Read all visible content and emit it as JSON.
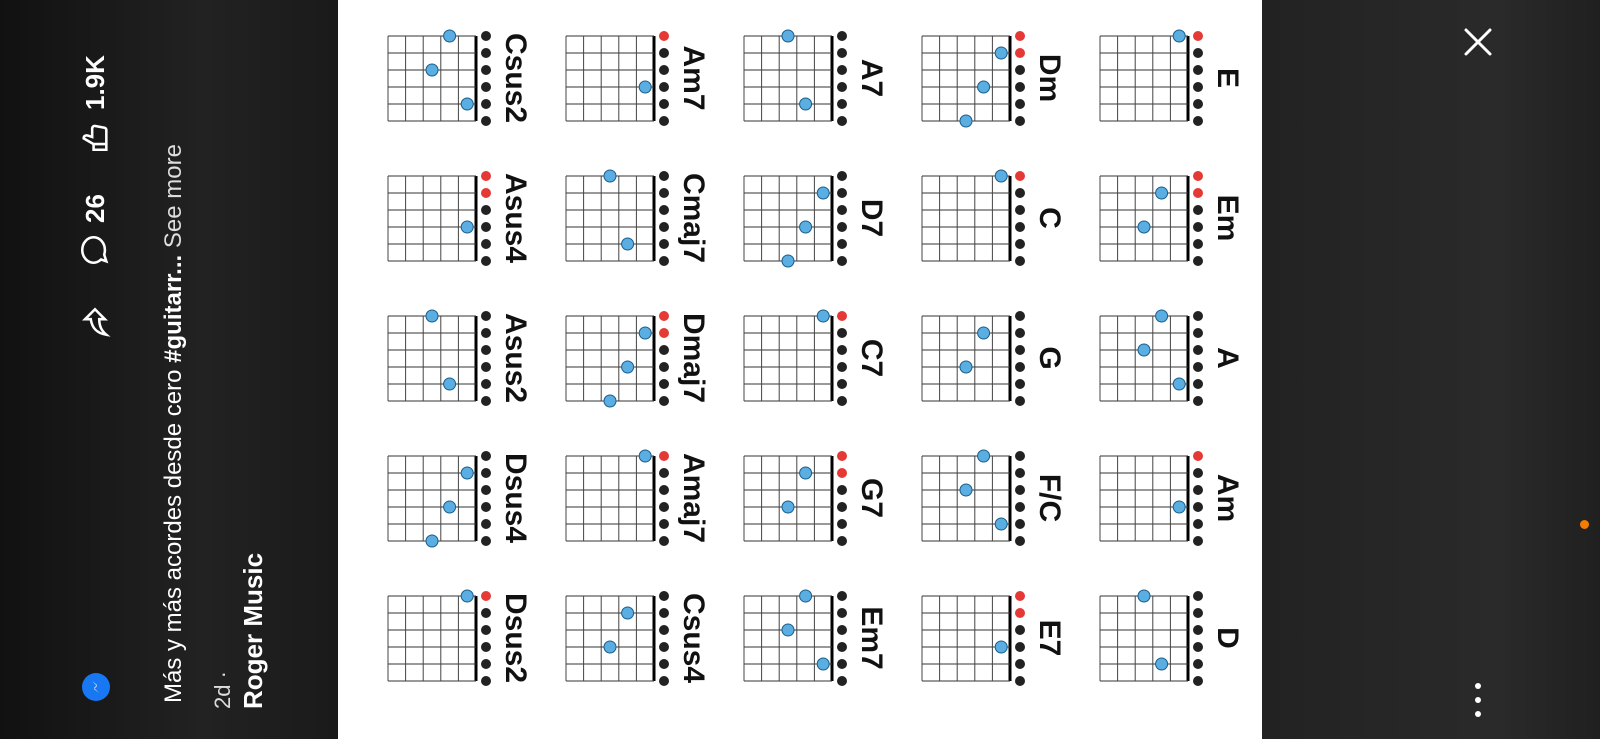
{
  "post": {
    "author": "Roger Music",
    "time": "2d ·",
    "text": "Más y más acordes desde cero ",
    "hashtag": "#guitarr...",
    "see_more": "See more",
    "likes": "1.9K",
    "comments": "26"
  },
  "icons": {
    "like": "thumbs-up-icon",
    "comment": "comment-icon",
    "share": "share-icon",
    "close": "close-icon",
    "more": "more-vertical-icon"
  },
  "colors": {
    "dot_fill": "#5aaee2",
    "muted": "#e53935",
    "badge": "#1877f2",
    "orange": "#f57c00"
  },
  "chords": [
    {
      "name": "E"
    },
    {
      "name": "Em"
    },
    {
      "name": "A"
    },
    {
      "name": "Am"
    },
    {
      "name": "D"
    },
    {
      "name": "Dm"
    },
    {
      "name": "C"
    },
    {
      "name": "G"
    },
    {
      "name": "F/C"
    },
    {
      "name": "E7"
    },
    {
      "name": "A7"
    },
    {
      "name": "D7"
    },
    {
      "name": "C7"
    },
    {
      "name": "G7"
    },
    {
      "name": "Em7"
    },
    {
      "name": "Am7"
    },
    {
      "name": "Cmaj7"
    },
    {
      "name": "Dmaj7"
    },
    {
      "name": "Amaj7"
    },
    {
      "name": "Csus4"
    },
    {
      "name": "Csus2"
    },
    {
      "name": "Asus4"
    },
    {
      "name": "Asus2"
    },
    {
      "name": "Dsus4"
    },
    {
      "name": "Dsus2"
    }
  ]
}
